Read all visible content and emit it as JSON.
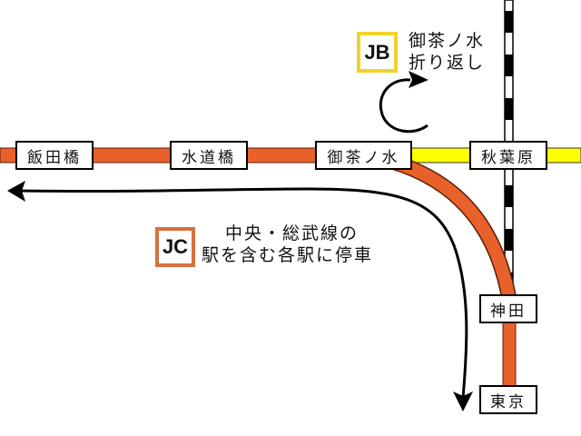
{
  "title": "中央・総武線 御茶ノ水〜東京 路線図",
  "colors": {
    "chuo_sobu_line": "#e8612a",
    "keihin_tohoku_line": "#ffff00",
    "jb_badge_border": "#f2d22a",
    "jc_badge_border": "#d9703a",
    "track": "#000000",
    "arrow": "#000000"
  },
  "stations": [
    {
      "id": "iidabashi",
      "name": "飯田橋"
    },
    {
      "id": "suidobashi",
      "name": "水道橋"
    },
    {
      "id": "ochanomizu",
      "name": "御茶ノ水"
    },
    {
      "id": "akihabara",
      "name": "秋葉原"
    },
    {
      "id": "kanda",
      "name": "神田"
    },
    {
      "id": "tokyo",
      "name": "東京"
    }
  ],
  "badges": {
    "jb": {
      "code": "JB",
      "line1": "御茶ノ水",
      "line2": "折り返し"
    },
    "jc": {
      "code": "JC",
      "line1": "中央・総武線の",
      "line2": "駅を含む各駅に停車"
    }
  }
}
